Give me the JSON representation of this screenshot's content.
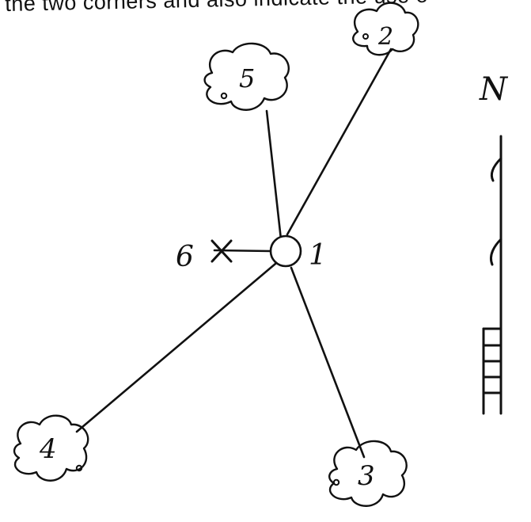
{
  "header": {
    "text": "the two corners and also indicate the use o"
  },
  "nodes": {
    "center": {
      "label": "1"
    },
    "cross": {
      "label": "6"
    },
    "clouds": [
      {
        "id": "cloud-2",
        "label": "2"
      },
      {
        "id": "cloud-5",
        "label": "5"
      },
      {
        "id": "cloud-4",
        "label": "4"
      },
      {
        "id": "cloud-3",
        "label": "3"
      }
    ]
  },
  "north_arrow": {
    "label": "N"
  },
  "colors": {
    "ink": "#111111",
    "paper": "#ffffff"
  }
}
